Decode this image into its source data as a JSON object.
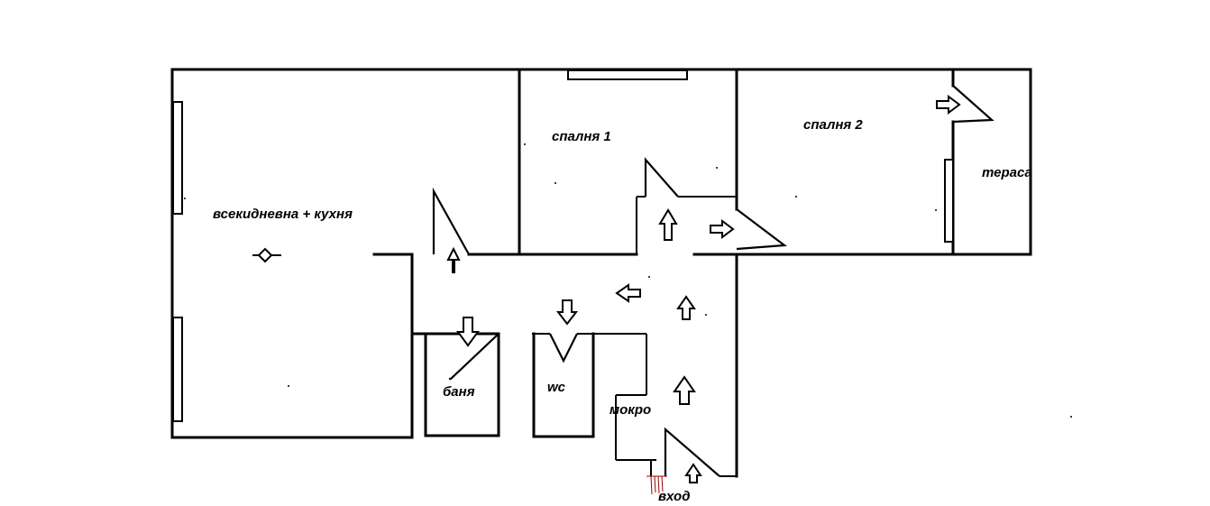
{
  "rooms": {
    "living": "всекидневна + кухня",
    "bedroom1": "спалня 1",
    "bedroom2": "спалня 2",
    "terrace": "тераса",
    "bathroom": "баня",
    "toilet": "wc",
    "wet_area": "мокро",
    "entrance": "вход"
  },
  "colors": {
    "lines": "#000000",
    "background": "#ffffff",
    "entrance_marks": "#a00000"
  }
}
